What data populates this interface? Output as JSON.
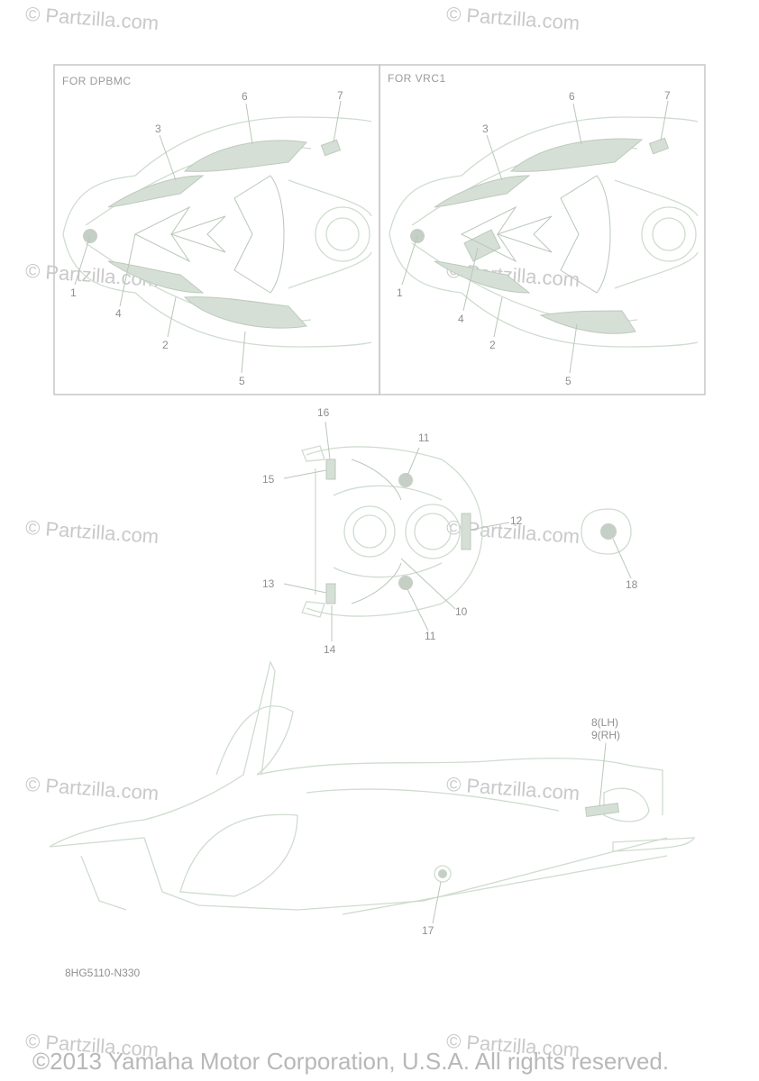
{
  "watermarks": [
    "© Partzilla.com",
    "© Partzilla.com",
    "© Partzilla.com",
    "© Partzilla.com",
    "© Partzilla.com",
    "© Partzilla.com",
    "© Partzilla.com",
    "© Partzilla.com",
    "© Partzilla.com",
    "© Partzilla.com"
  ],
  "panels": {
    "left_label": "FOR DPBMC",
    "right_label": "FOR VRC1"
  },
  "callouts": {
    "left": [
      "1",
      "2",
      "3",
      "4",
      "5",
      "6",
      "7"
    ],
    "right": [
      "1",
      "2",
      "3",
      "4",
      "5",
      "6",
      "7"
    ],
    "top_view": [
      "10",
      "11",
      "11",
      "12",
      "13",
      "14",
      "15",
      "16",
      "18"
    ],
    "side_view": [
      "8(LH)",
      "9(RH)",
      "17"
    ]
  },
  "diagram_code": "8HG5110-N330",
  "copyright": "©2013 Yamaha Motor Corporation, U.S.A. All rights reserved."
}
